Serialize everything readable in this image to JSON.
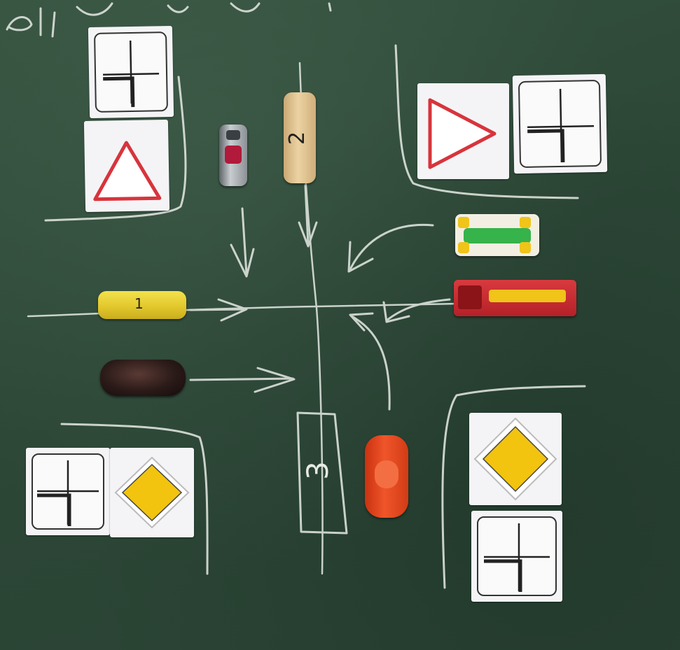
{
  "header": {
    "chalk_text": "егулиг"
  },
  "signs": [
    {
      "id": "nw-intersection",
      "kind": "intersection-scheme"
    },
    {
      "id": "nw-yield",
      "kind": "yield-triangle"
    },
    {
      "id": "ne-yield",
      "kind": "yield-triangle"
    },
    {
      "id": "ne-intersection",
      "kind": "intersection-scheme"
    },
    {
      "id": "sw-intersection",
      "kind": "intersection-scheme"
    },
    {
      "id": "sw-priority",
      "kind": "priority-road-diamond"
    },
    {
      "id": "se-priority",
      "kind": "priority-road-diamond"
    },
    {
      "id": "se-intersection",
      "kind": "intersection-scheme"
    }
  ],
  "vehicles": [
    {
      "id": "car-1",
      "label": "1",
      "color": "#e8d53a"
    },
    {
      "id": "car-2",
      "label": "2",
      "color": "#e6c995"
    },
    {
      "id": "car-3",
      "label": "3",
      "color": "#2f4a3a"
    },
    {
      "id": "silver-car",
      "label": "",
      "color": "#9ea3a8"
    },
    {
      "id": "green-racecar",
      "label": "",
      "color": "#3ab54a"
    },
    {
      "id": "red-bus",
      "label": "",
      "color": "#c4262e"
    },
    {
      "id": "black-car",
      "label": "",
      "color": "#2a1a18"
    },
    {
      "id": "orange-car",
      "label": "",
      "color": "#e9411e"
    }
  ],
  "colors": {
    "yield_border": "#d8343c",
    "priority_fill": "#f2c40f",
    "chalk": "#e8ece6"
  }
}
